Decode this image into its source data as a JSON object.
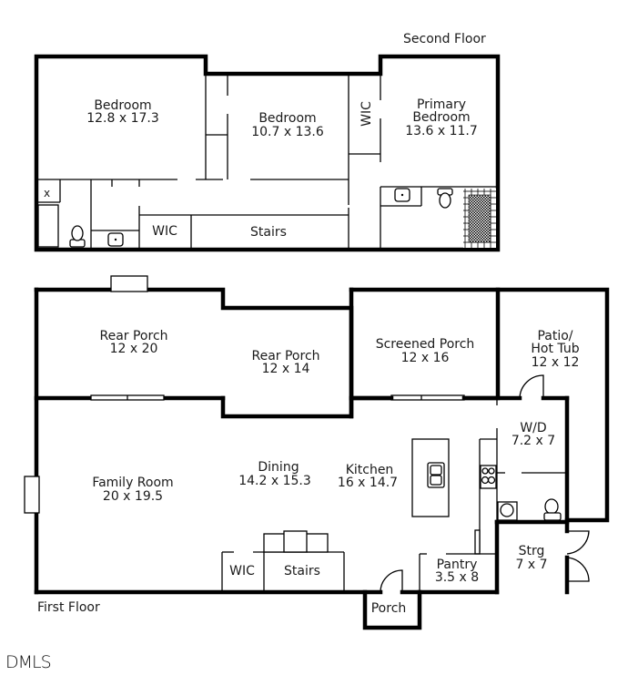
{
  "second_floor": {
    "title": "Second Floor",
    "rooms": [
      {
        "name": "Bedroom",
        "dims": "12.8 x 17.3"
      },
      {
        "name": "Bedroom",
        "dims": "10.7 x 13.6"
      },
      {
        "name": "WIC",
        "dims": ""
      },
      {
        "name_line1": "Primary",
        "name_line2": "Bedroom",
        "dims": "13.6 x 11.7"
      },
      {
        "name": "WIC",
        "dims": ""
      },
      {
        "name": "Stairs",
        "dims": ""
      },
      {
        "name": "x",
        "dims": ""
      }
    ]
  },
  "first_floor": {
    "title": "First Floor",
    "rooms": [
      {
        "name": "Rear Porch",
        "dims": "12 x 20"
      },
      {
        "name": "Rear Porch",
        "dims": "12 x 14"
      },
      {
        "name": "Screened Porch",
        "dims": "12 x 16"
      },
      {
        "name_line1": "Patio/",
        "name_line2": "Hot Tub",
        "dims": "12 x 12"
      },
      {
        "name": "Family Room",
        "dims": "20 x 19.5"
      },
      {
        "name": "Dining",
        "dims": "14.2 x 15.3"
      },
      {
        "name": "Kitchen",
        "dims": "16 x 14.7"
      },
      {
        "name": "W/D",
        "dims": "7.2 x 7"
      },
      {
        "name": "WIC",
        "dims": ""
      },
      {
        "name": "Stairs",
        "dims": ""
      },
      {
        "name": "Pantry",
        "dims": "3.5 x 8"
      },
      {
        "name": "Strg",
        "dims": "7 x 7"
      },
      {
        "name": "Porch",
        "dims": ""
      }
    ]
  },
  "watermark": "DMLS"
}
